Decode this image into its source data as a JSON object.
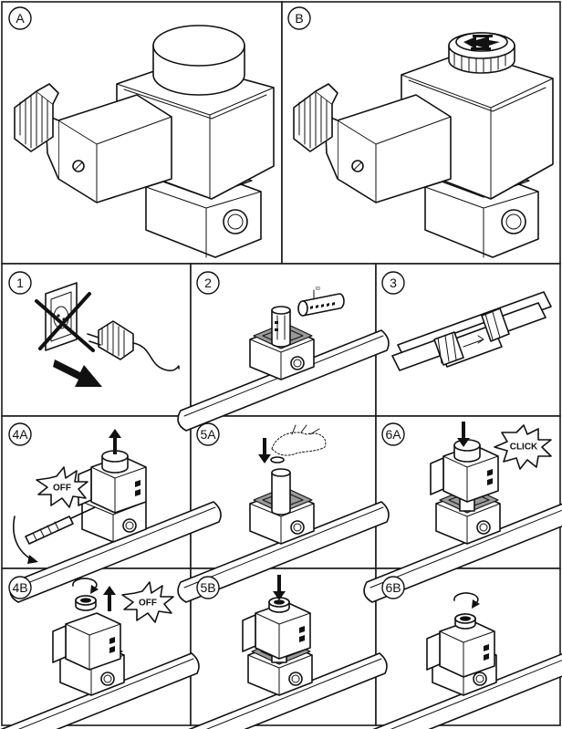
{
  "panels": [
    {
      "label": "A"
    },
    {
      "label": "B"
    },
    {
      "label": "1"
    },
    {
      "label": "2"
    },
    {
      "label": "3"
    },
    {
      "label": "4A"
    },
    {
      "label": "5A"
    },
    {
      "label": "6A"
    },
    {
      "label": "4B"
    },
    {
      "label": "5B"
    },
    {
      "label": "6B"
    }
  ],
  "callouts": {
    "off": "OFF",
    "click": "CLICK",
    "id_tag": "ID"
  }
}
